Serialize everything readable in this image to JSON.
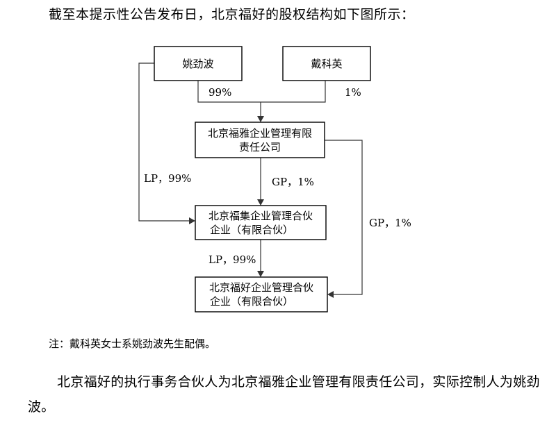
{
  "intro_text": "截至本提示性公告发布日，北京福好的股权结构如下图所示：",
  "diagram": {
    "nodes": {
      "yao": "姚劲波",
      "dai": "戴科英",
      "fuya_line1": "北京福雅企业管理有限",
      "fuya_line2": "责任公司",
      "fuji_line1": "北京福集企业管理合伙",
      "fuji_line2": "企业（有限合伙）",
      "fuhao_line1": "北京福好企业管理合伙",
      "fuhao_line2": "企业（有限合伙）"
    },
    "edges": {
      "yao_to_fuya": "99%",
      "dai_to_fuya": "1%",
      "yao_to_fuji": "LP，99%",
      "fuya_to_fuji": "GP，1%",
      "fuya_to_fuhao": "GP，1%",
      "fuji_to_fuhao": "LP，99%"
    }
  },
  "note_text": "注：戴科英女士系姚劲波先生配偶。",
  "paragraph_text": "北京福好的执行事务合伙人为北京福雅企业管理有限责任公司，实际控制人为姚劲波。"
}
